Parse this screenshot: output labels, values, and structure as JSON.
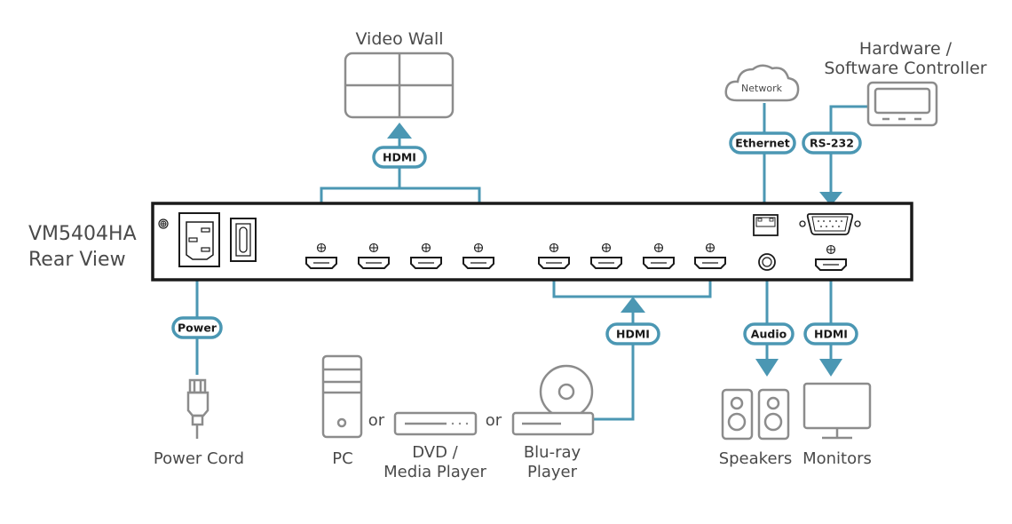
{
  "device": {
    "model": "VM5404HA",
    "view": "Rear View"
  },
  "labels": {
    "video_wall": "Video Wall",
    "controller_line1": "Hardware /",
    "controller_line2": "Software Controller",
    "network": "Network",
    "power_cord": "Power Cord",
    "pc": "PC",
    "or1": "or",
    "or2": "or",
    "dvd_line1": "DVD /",
    "dvd_line2": "Media Player",
    "bluray_line1": "Blu-ray",
    "bluray_line2": "Player",
    "speakers": "Speakers",
    "monitors": "Monitors"
  },
  "cables": {
    "hdmi_out": "HDMI",
    "hdmi_in": "HDMI",
    "ethernet": "Ethernet",
    "rs232": "RS-232",
    "power": "Power",
    "audio": "Audio",
    "hdmi_monitor": "HDMI"
  },
  "colors": {
    "cable": "#4b97b3",
    "device_outline": "#1a1a1a",
    "peripheral": "#8c8c8c",
    "text": "#4a4a4a"
  }
}
